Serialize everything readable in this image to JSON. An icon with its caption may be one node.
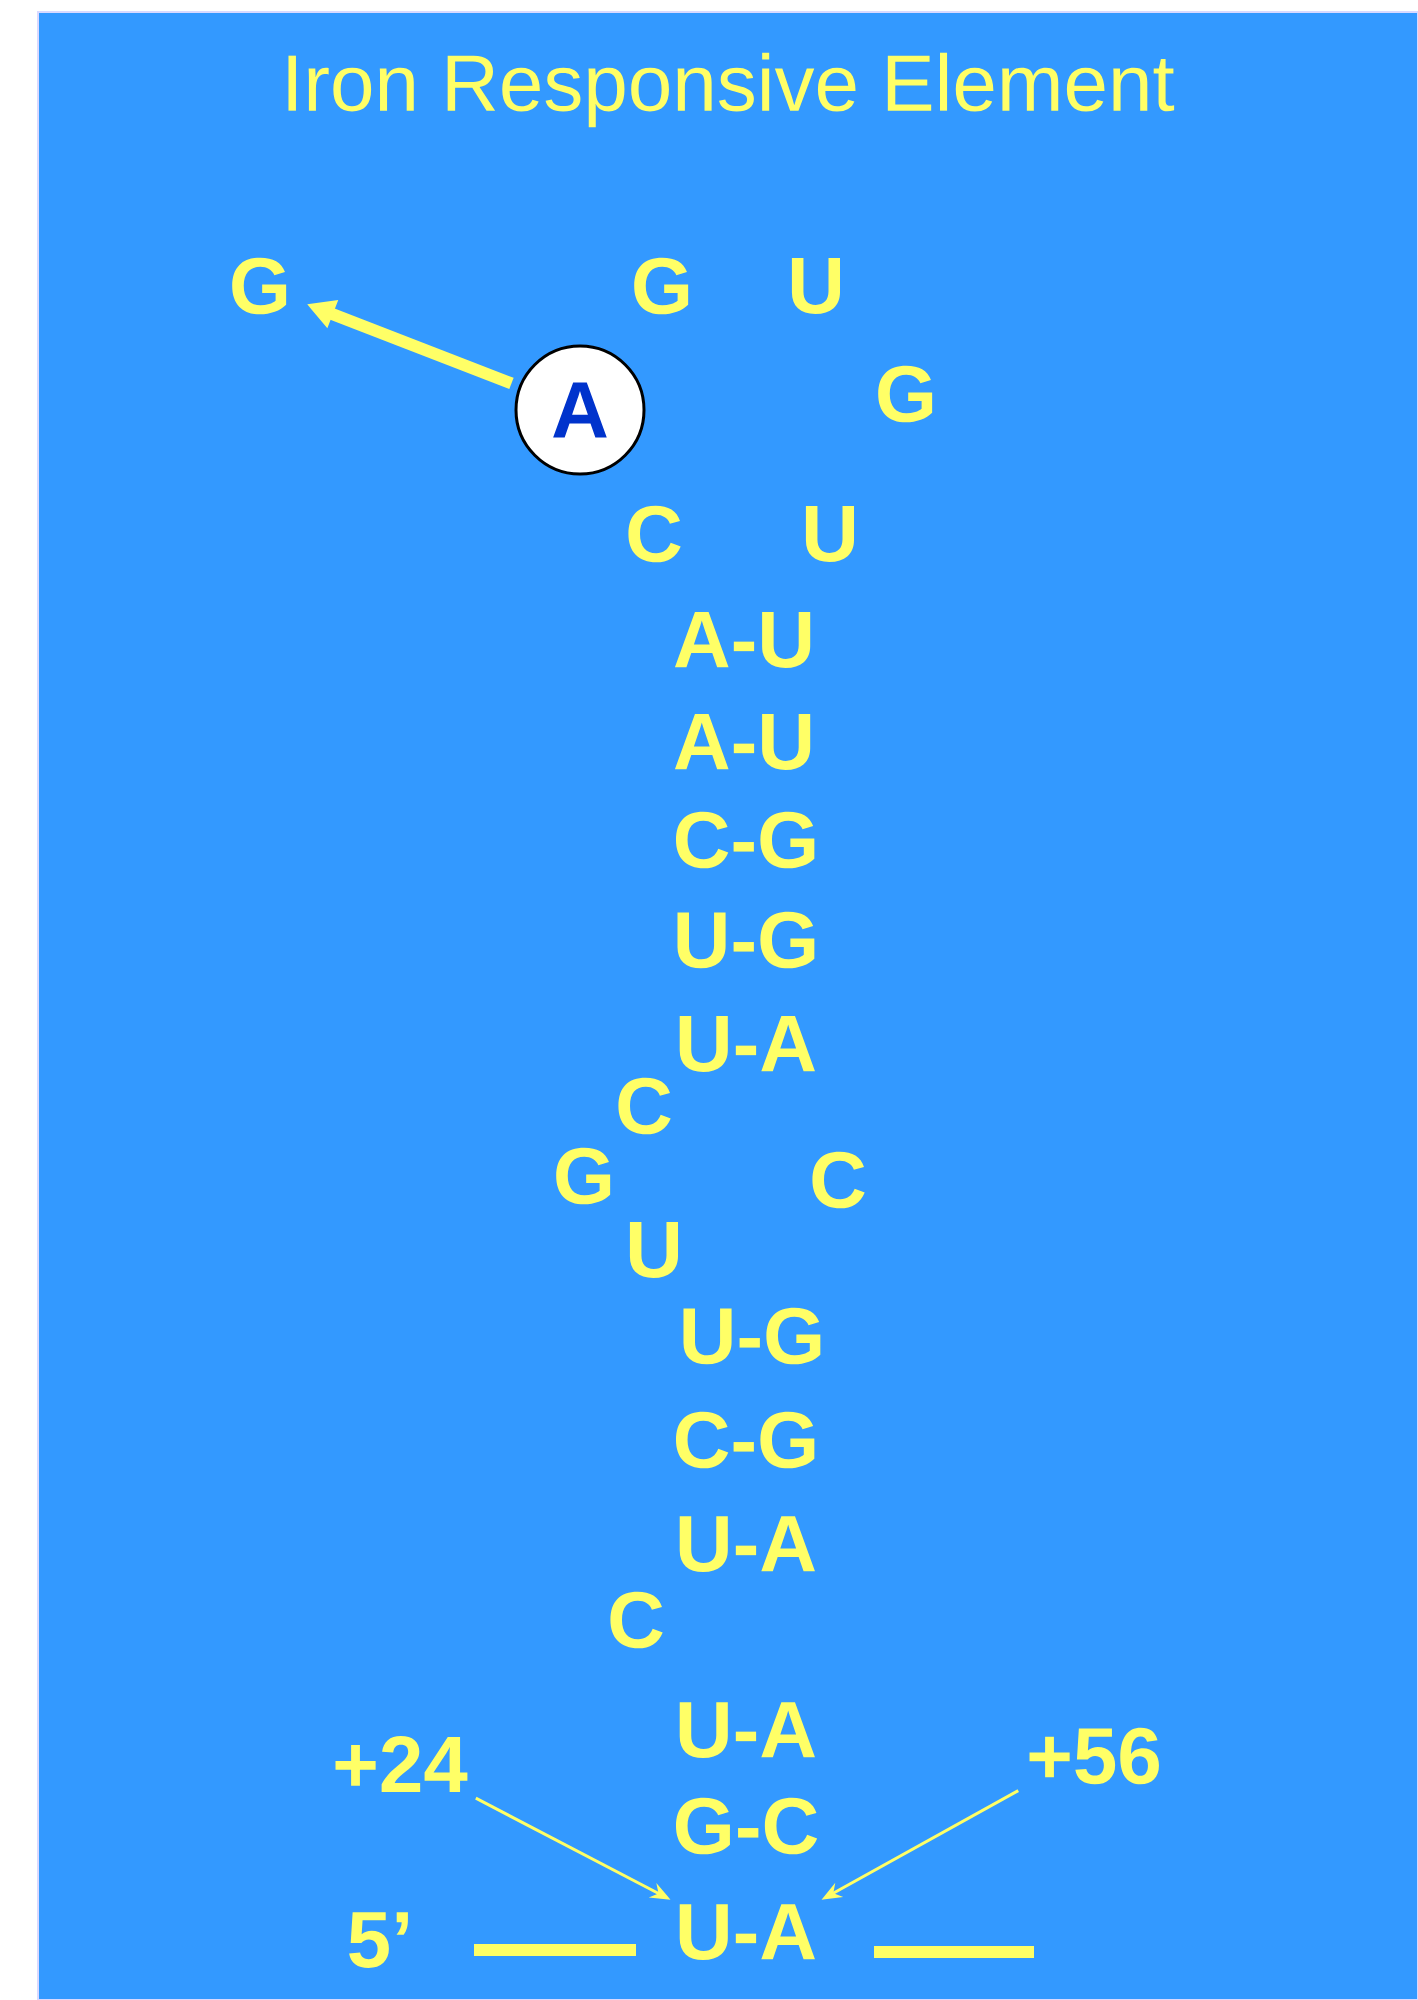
{
  "diagram": {
    "title": "Iron Responsive Element",
    "nodes": [
      {
        "text": [
          "G"
        ]
      },
      {
        "text": [
          "A"
        ]
      },
      {
        "text": [
          "+24"
        ]
      },
      {
        "text": [
          "+56"
        ]
      },
      {
        "text": [
          "U-A"
        ]
      }
    ],
    "edges": [
      {
        "from": 1,
        "to": 0,
        "arrow": "to",
        "style": "thick"
      },
      {
        "from": 2,
        "to": 4,
        "arrow": "to"
      },
      {
        "from": 3,
        "to": 4,
        "arrow": "to"
      }
    ],
    "labels": [
      "G",
      "U",
      "G",
      "C",
      "U",
      "A-U",
      "A-U",
      "C-G",
      "U-G",
      "U-A",
      "C",
      "G",
      "C",
      "U",
      "U-G",
      "C-G",
      "U-A",
      "C",
      "U-A",
      "G-C",
      "5’"
    ]
  }
}
